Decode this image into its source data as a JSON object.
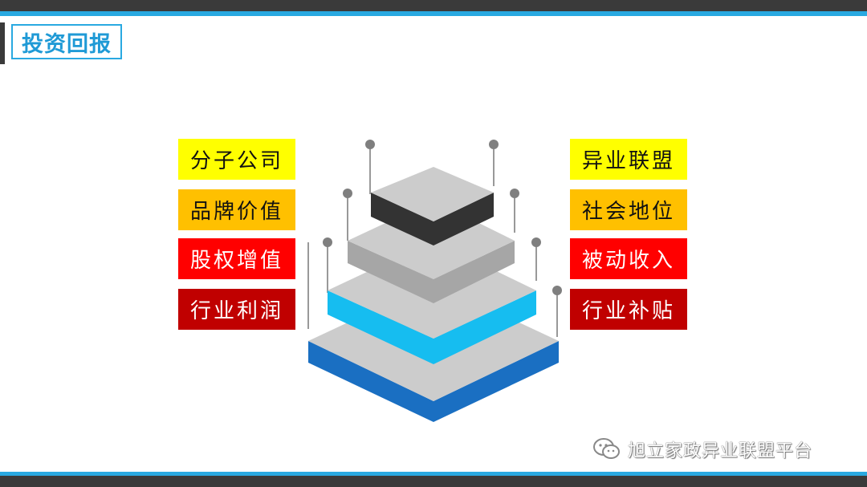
{
  "title": "投资回报",
  "left_labels": [
    {
      "text": "分子公司",
      "bg": "#ffff00"
    },
    {
      "text": "品牌价值",
      "bg": "#ffc000"
    },
    {
      "text": "股权增值",
      "bg": "#ff0000"
    },
    {
      "text": "行业利润",
      "bg": "#c00000"
    }
  ],
  "right_labels": [
    {
      "text": "异业联盟",
      "bg": "#ffff00"
    },
    {
      "text": "社会地位",
      "bg": "#ffc000"
    },
    {
      "text": "被动收入",
      "bg": "#ff0000"
    },
    {
      "text": "行业补贴",
      "bg": "#c00000"
    }
  ],
  "watermark": {
    "text": "旭立家政异业联盟平台",
    "icon": "wechat-icon"
  },
  "colors": {
    "accent_blue": "#29a9e1",
    "dark_bar": "#3a3a3a",
    "tier1_side": "#333333",
    "tier2_side": "#a6a6a6",
    "tier3_side": "#16bdf0",
    "tier4_side": "#1a6fc2",
    "tier_top": "#cccccc"
  }
}
